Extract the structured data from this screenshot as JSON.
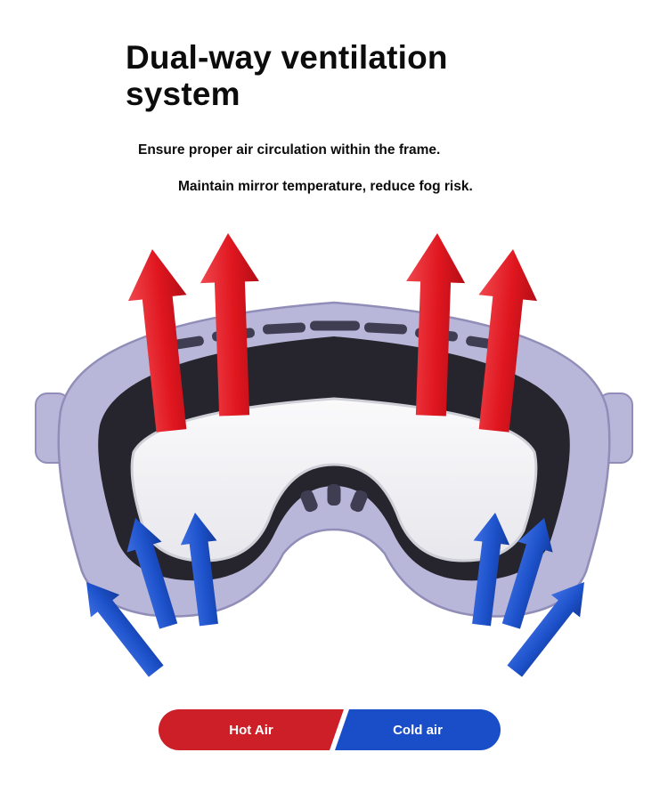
{
  "header": {
    "title_lines": [
      "Dual-way ventilation",
      "system"
    ],
    "subtitle1": "Ensure proper air circulation within the frame.",
    "subtitle2": "Maintain mirror temperature, reduce fog risk."
  },
  "legend": {
    "hot_label": "Hot Air",
    "cold_label": "Cold air"
  },
  "illustration": {
    "subject": "ski-goggles-airflow-diagram",
    "hot_arrow_count": 4,
    "cold_arrow_count": 6
  },
  "colors": {
    "text": "#0c0c0c",
    "hot_light": "#f0474e",
    "hot": "#e0161f",
    "hot_deep": "#b30e16",
    "cold_light": "#3d6ee2",
    "cold": "#1d52cb",
    "cold_deep": "#123a9e",
    "frame": "#b9b7d9",
    "frame_shade": "#908eb8",
    "foam": "#26242c",
    "vent": "#3f3d52",
    "lens_top": "#fafafb",
    "lens_bottom": "#e7e7ed",
    "legend_hot": "#cd1f27",
    "legend_cold": "#1a4ec8"
  }
}
